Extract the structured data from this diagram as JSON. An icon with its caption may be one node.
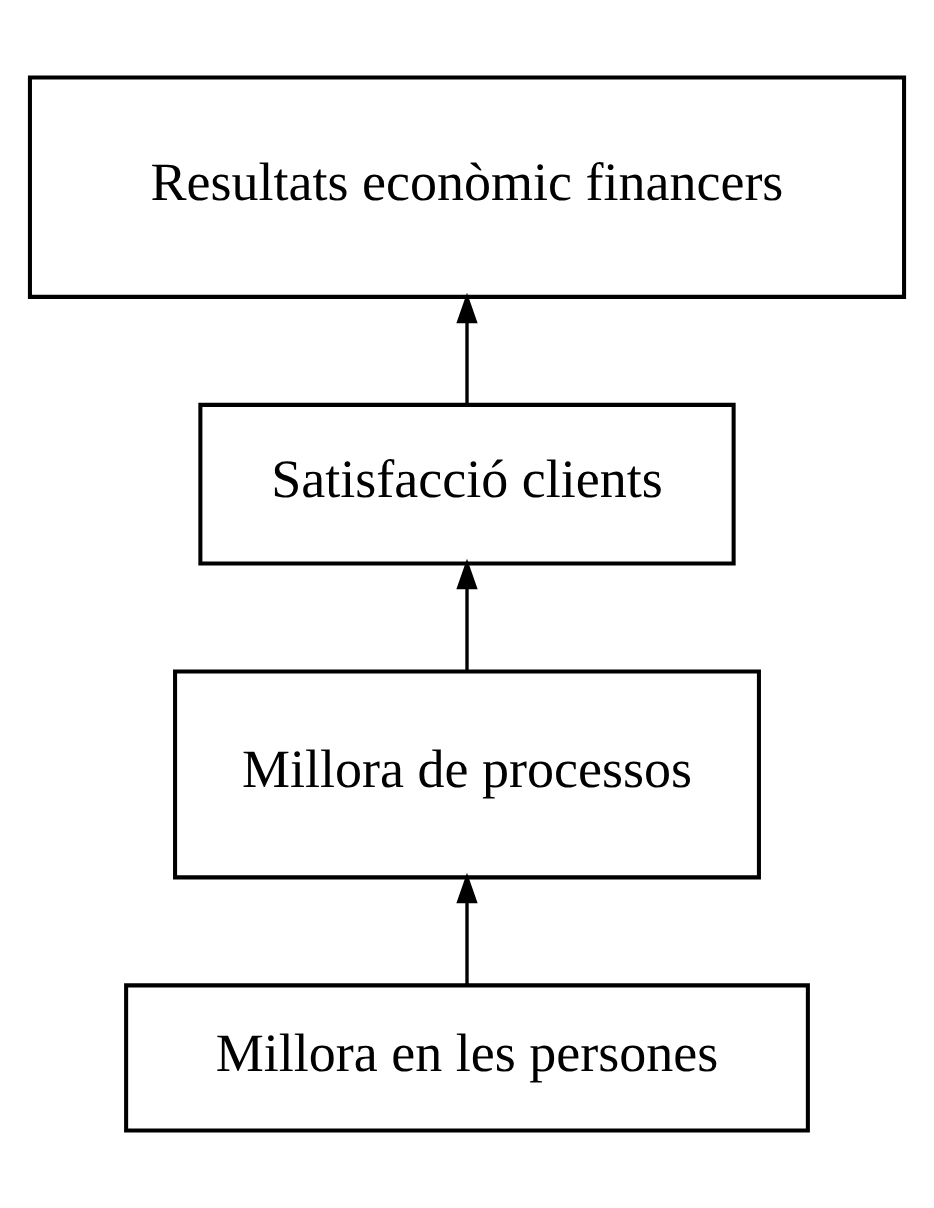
{
  "diagram": {
    "nodes": [
      {
        "text": [
          "Resultats econòmic financers"
        ]
      },
      {
        "text": [
          "Satisfacció clients"
        ]
      },
      {
        "text": [
          "Millora de processos"
        ]
      },
      {
        "text": [
          "Millora en les persones"
        ]
      }
    ],
    "edges": [
      {
        "from": 3,
        "to": 2,
        "arrow": "to"
      },
      {
        "from": 2,
        "to": 1,
        "arrow": "to"
      },
      {
        "from": 1,
        "to": 0,
        "arrow": "to"
      }
    ]
  }
}
